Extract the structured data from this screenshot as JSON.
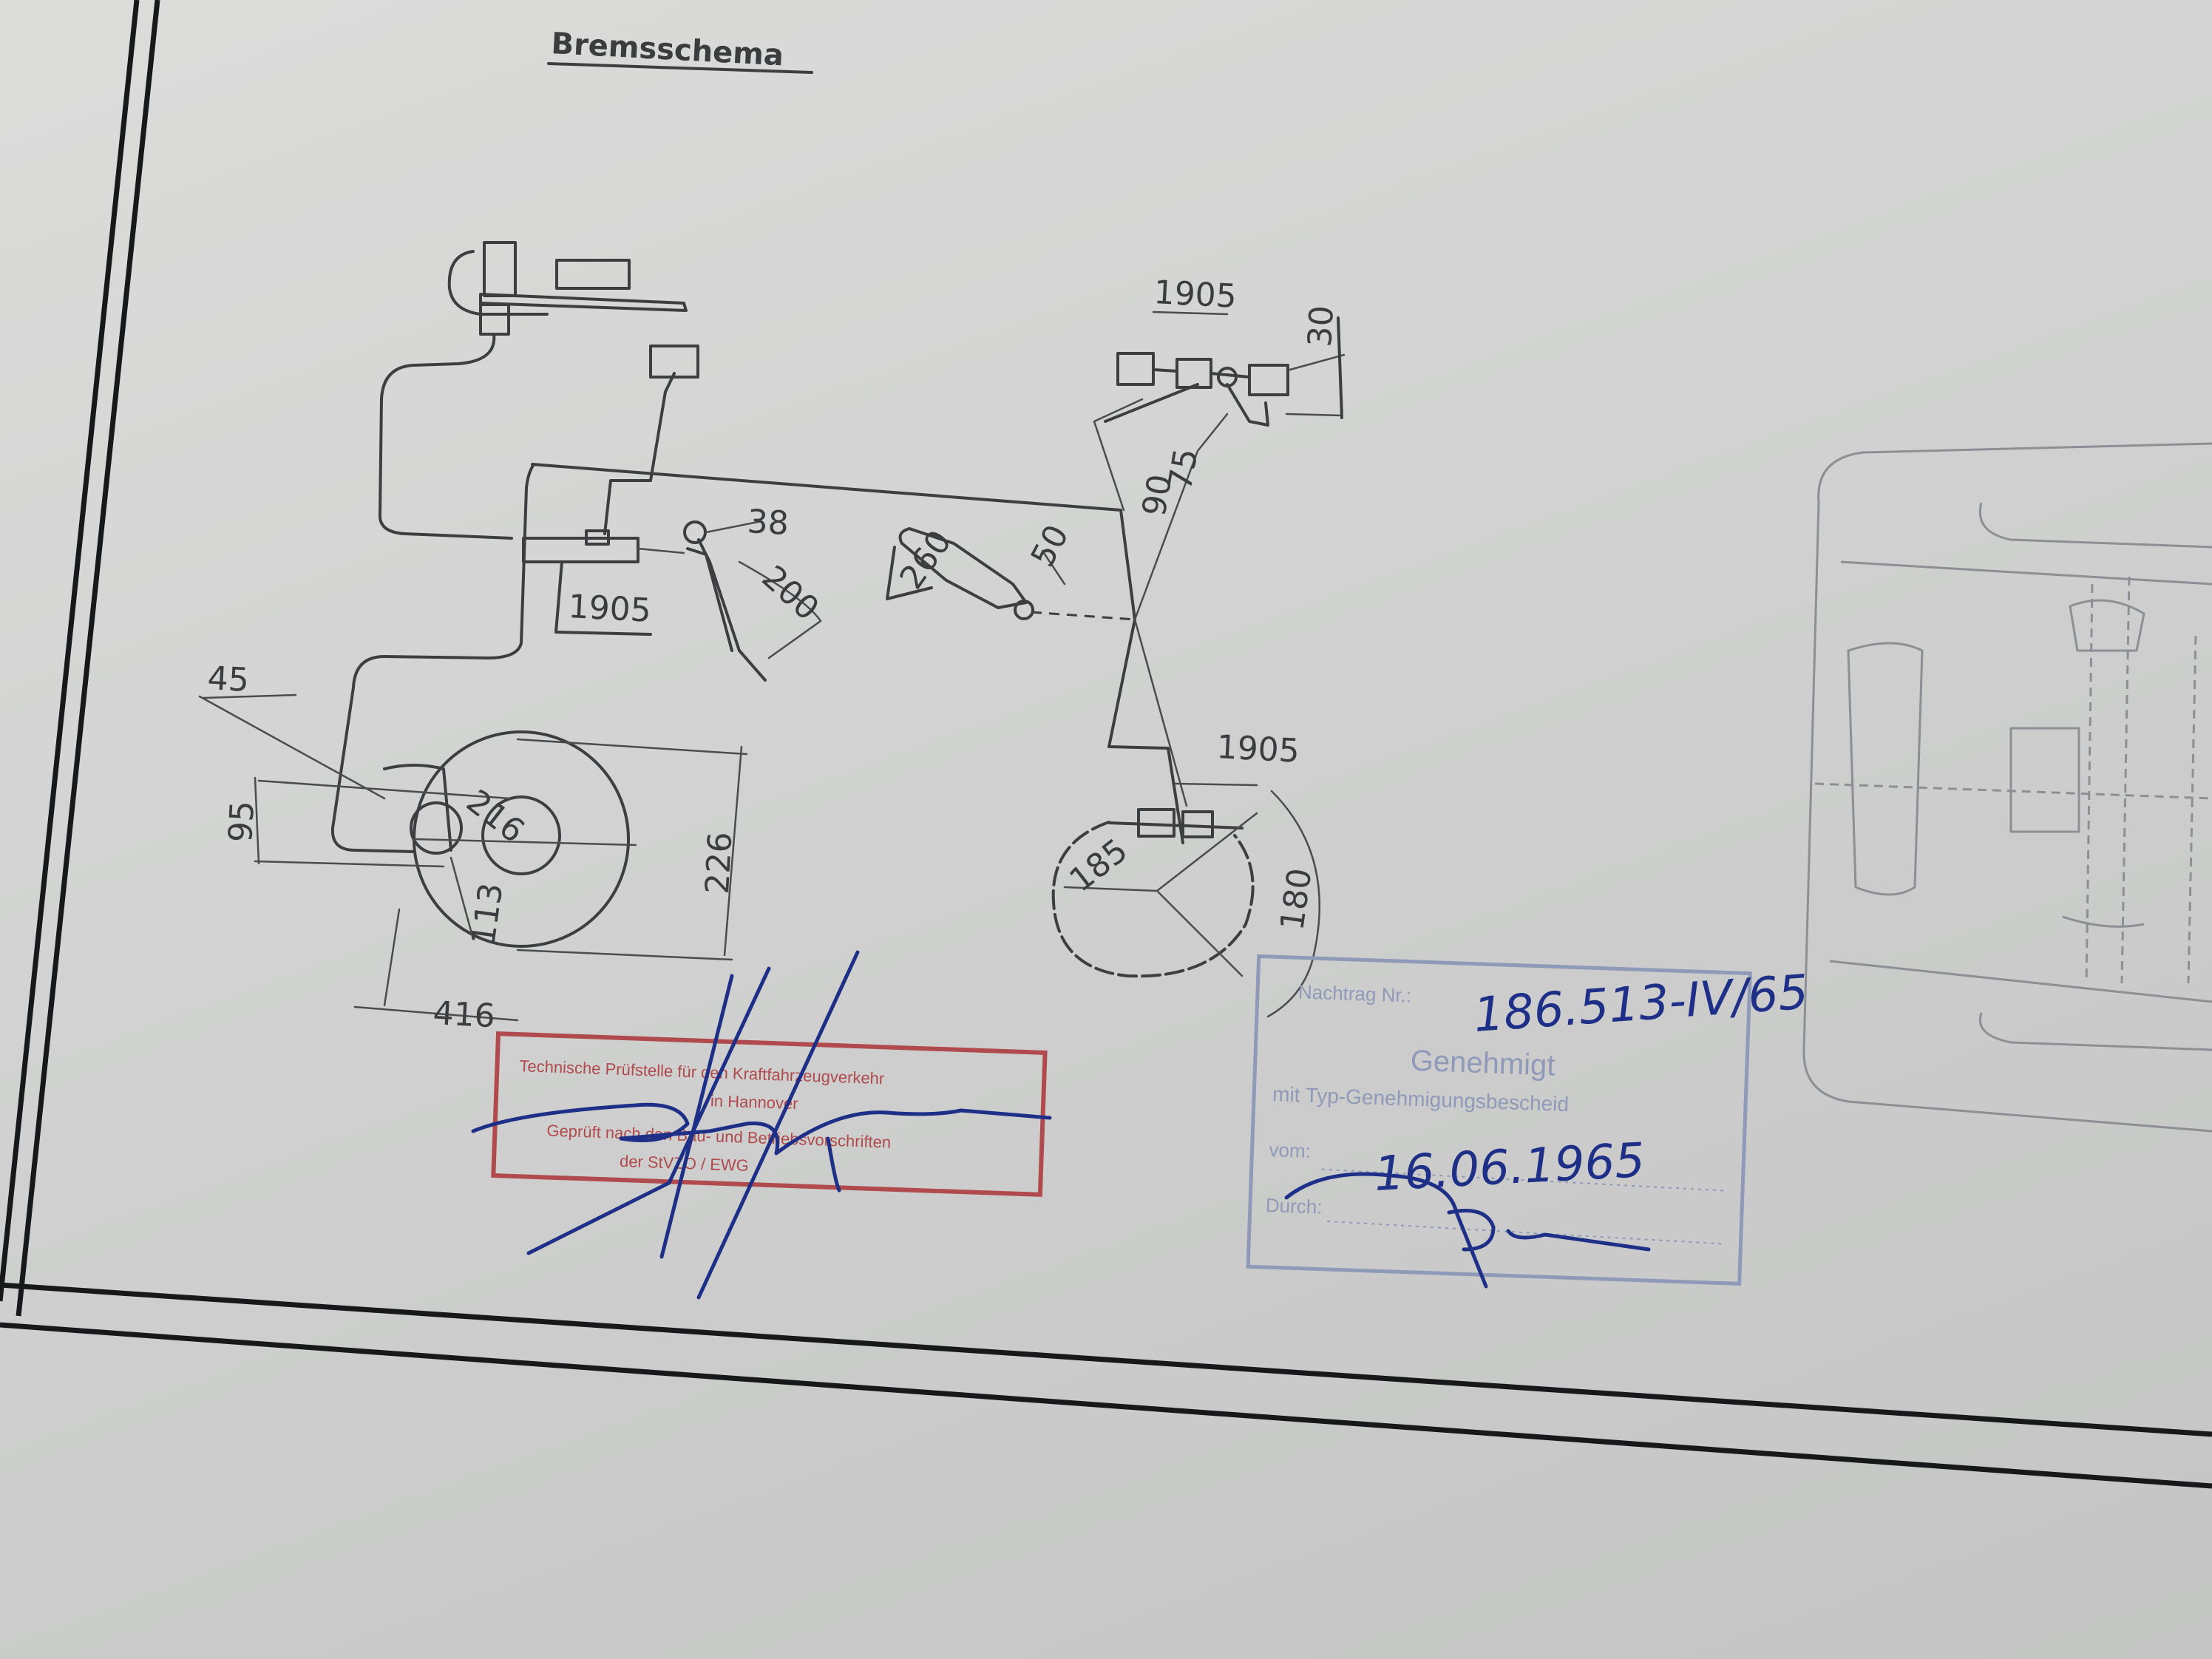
{
  "document": {
    "title": "Bremsschema"
  },
  "dimensions": {
    "top_linkage_1905": "1905",
    "top_height_30": "30",
    "angle_75": "75",
    "angle_90": "90",
    "pedal_38": "38",
    "pedal_200": "200",
    "handbrake_50": "50",
    "lever_260": "260",
    "master_1905": "1905",
    "arm_45": "45",
    "drum_95": "95",
    "drum_216": "216",
    "drum_226": "226",
    "drum_113": "113",
    "drum_416": "416",
    "rear_1905": "1905",
    "rear_185": "185",
    "rear_180": "180"
  },
  "stamps": {
    "red": {
      "line1": "Technische Prüfstelle für den Kraftfahrzeugverkehr",
      "line2": "in Hannover",
      "line3": "Geprüft nach den Bau- und Betriebsvorschriften",
      "line4": "der StVZO / EWG"
    },
    "blue": {
      "line1": "Nachtrag Nr.:",
      "line2": "Genehmigt",
      "line3": "mit Typ-Genehmigungsbescheid",
      "line4": "vom:",
      "line5": "Durch:"
    }
  },
  "handwriting": {
    "reference_number": "186.513-IV/65",
    "date": "16.06.1965"
  },
  "colors": {
    "paper": "#d3d4d3",
    "ink": "#3c3e40",
    "frame": "#17181a",
    "stamp_red": "#b04a4c",
    "stamp_blue": "#8f99b8",
    "handwriting_blue": "#1d2f86"
  }
}
